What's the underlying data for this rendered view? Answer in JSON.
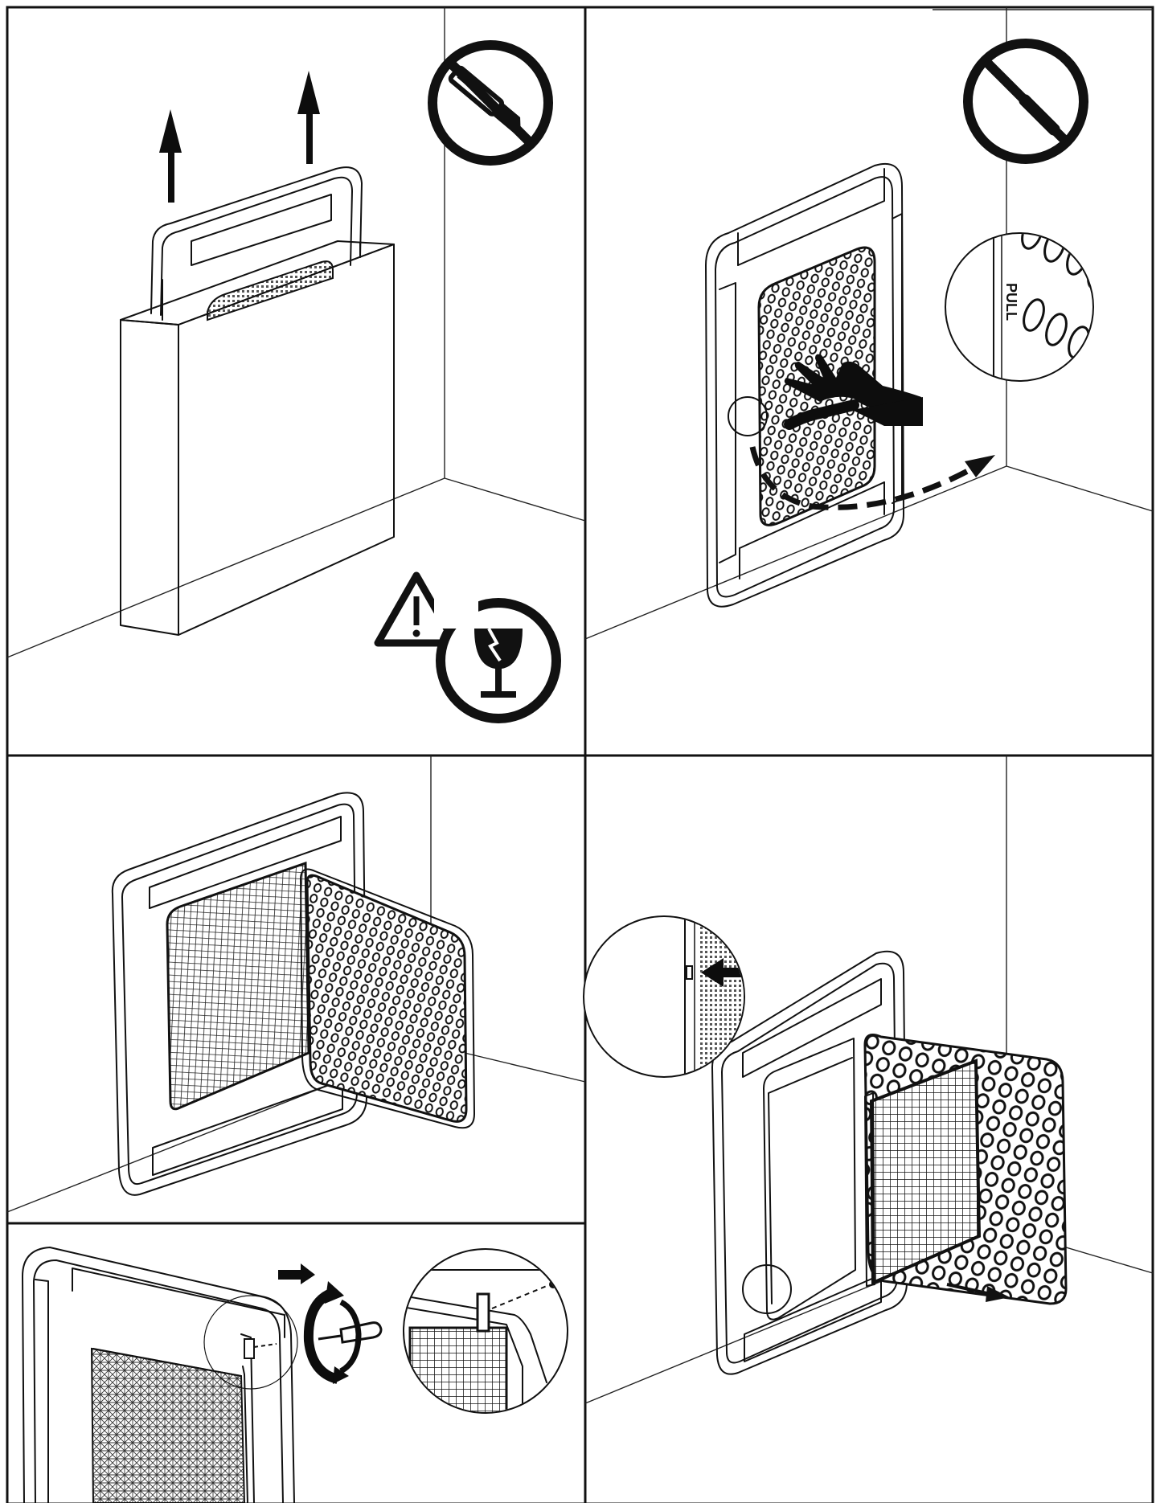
{
  "zoom_detail": {
    "latch_text": "PULL"
  },
  "colors": {
    "line": "#111111",
    "background": "#ffffff",
    "fill_dark": "#0d0d0d"
  },
  "icons": {
    "no_cutter": "no-cutter-icon",
    "no_screwdriver": "no-screwdriver-icon",
    "warning": "warning-triangle-icon",
    "fragile": "fragile-glass-icon",
    "hand": "hand-pull-icon",
    "rotate": "rotate-arrow-icon"
  },
  "panels": [
    {
      "name": "unpack"
    },
    {
      "name": "open-grille"
    },
    {
      "name": "grille-opened"
    },
    {
      "name": "remove-filter"
    },
    {
      "name": "screw-hinge"
    }
  ]
}
